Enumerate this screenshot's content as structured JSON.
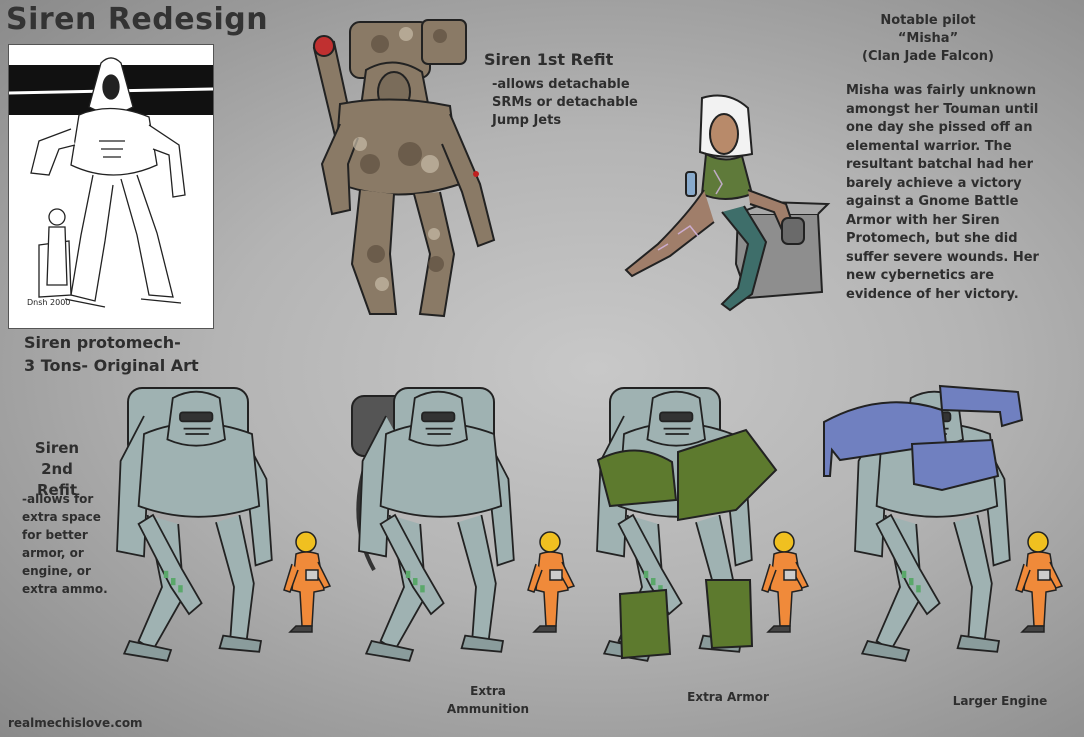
{
  "title": "Siren Redesign",
  "original": {
    "caption_line1": "Siren protomech-",
    "caption_line2": "3 Tons- Original Art",
    "signature": "Dnsh 2000"
  },
  "refit1": {
    "title": "Siren 1st Refit",
    "desc_line1": "-allows detachable",
    "desc_line2": "SRMs or detachable",
    "desc_line3": "Jump Jets"
  },
  "pilot": {
    "title_line1": "Notable pilot",
    "title_line2": "“Misha”",
    "title_line3": "(Clan Jade Falcon)",
    "bio_lines": [
      "Misha was fairly unknown",
      "amongst her Touman until",
      "one day she pissed off an",
      "elemental warrior. The",
      "resultant batchal had her",
      "barely achieve a victory",
      "against a Gnome Battle",
      "Armor with her Siren",
      "Protomech, but she did",
      "suffer severe wounds. Her",
      "new cybernetics are",
      "evidence of her victory."
    ]
  },
  "refit2": {
    "title_line1": "Siren",
    "title_line2": "2nd Refit",
    "desc_lines": [
      "-allows for",
      "extra space",
      "for better",
      "armor, or",
      "engine, or",
      "extra ammo."
    ]
  },
  "variants": {
    "ammo_line1": "Extra",
    "ammo_line2": "Ammunition",
    "armor": "Extra Armor",
    "engine": "Larger Engine"
  },
  "footer": "realmechislove.com",
  "colors": {
    "mech_gray": "#9fb2b2",
    "armor_green": "#5d7a2e",
    "engine_blue": "#7080c0",
    "ammo_dark": "#555555",
    "camo": "#8a7a66",
    "worker_orange": "#f08a3a",
    "helmet_yellow": "#f0c020"
  }
}
